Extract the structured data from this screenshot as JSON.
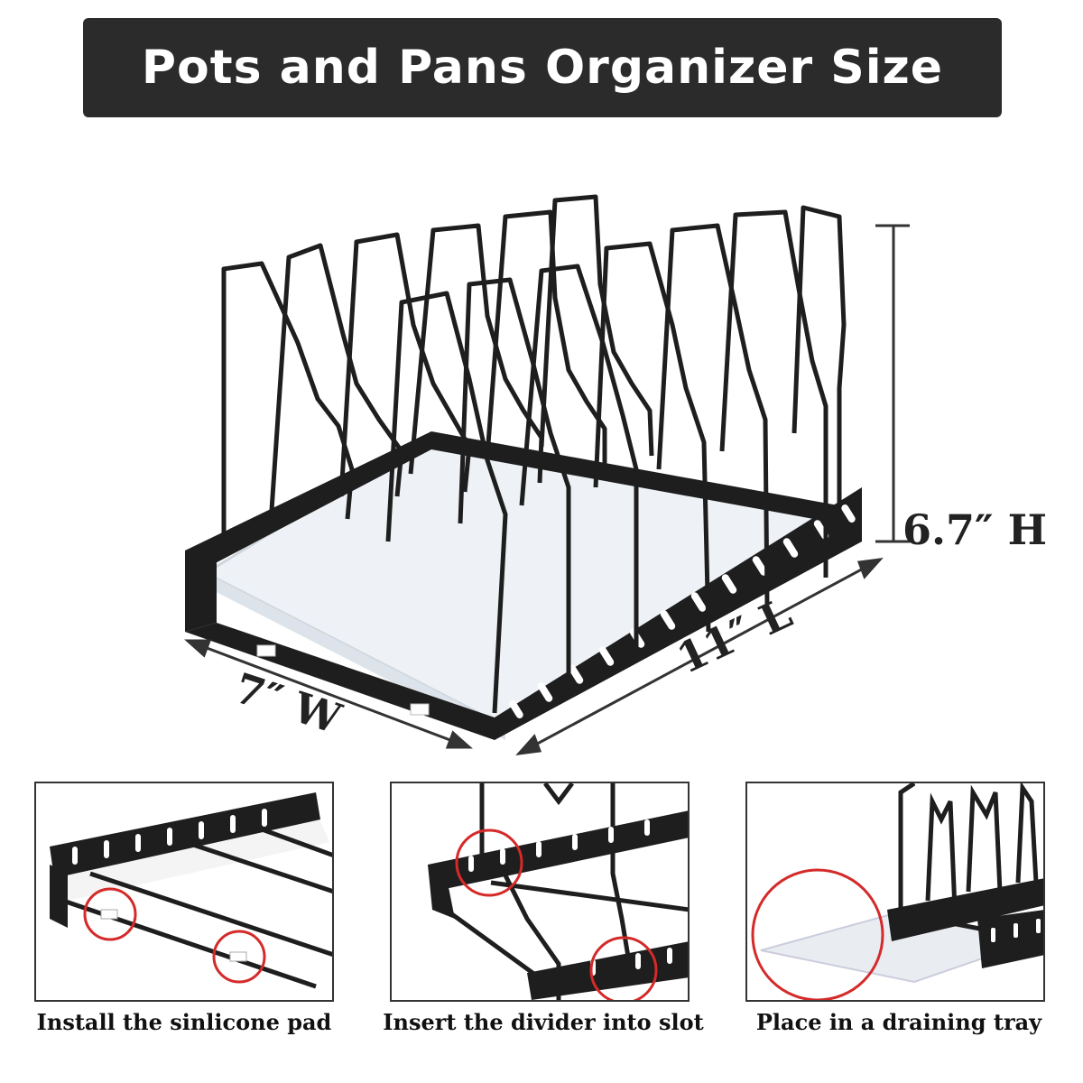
{
  "title": "Pots and Pans Organizer Size",
  "dimensions": {
    "height": "6.7″ H",
    "length": "11″ L",
    "width": "7″ W"
  },
  "steps": [
    {
      "caption": "Install the sinlicone pad"
    },
    {
      "caption": "Insert the divider into slot"
    },
    {
      "caption": "Place in a draining tray"
    }
  ],
  "colors": {
    "banner": "#2b2b2b",
    "rack": "#1e1e1e",
    "tray": "#eef2f6",
    "highlight_circle": "#d42a2a"
  },
  "icons": {
    "product": "dish-rack-icon"
  }
}
